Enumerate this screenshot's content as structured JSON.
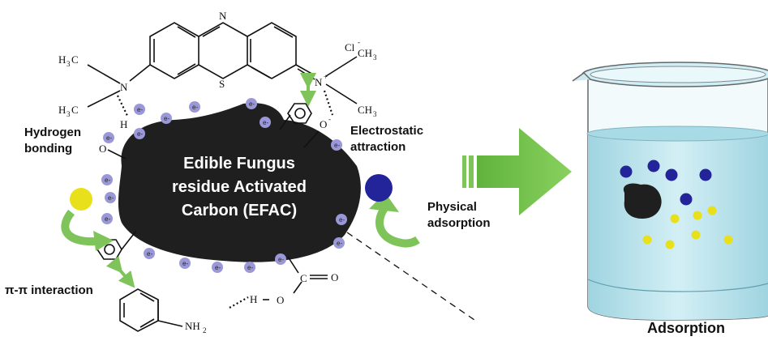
{
  "core_label": [
    "Edible Fungus",
    "residue Activated",
    "Carbon (EFAC)"
  ],
  "labels": {
    "hydrogen_bonding": [
      "Hydrogen",
      "bonding"
    ],
    "electrostatic": [
      "Electrostatic",
      "attraction"
    ],
    "physical": [
      "Physical",
      "adsorption"
    ],
    "pi_pi": "π-π interaction",
    "adsorption": "Adsorption"
  },
  "molecule": {
    "ring_n": "N",
    "ring_s": "S",
    "cl": "Cl",
    "cl_charge": "-",
    "n_left": "N",
    "n_right": "N",
    "n_right_charge": "+",
    "h3c_top": "H",
    "h3c_top_sub": "3",
    "h3c_top_c": "C",
    "h3c_bot": "H",
    "h3c_bot_sub": "3",
    "h3c_bot_c": "C",
    "ch3_top": "CH",
    "ch3_top_sub": "3",
    "ch3_bot": "CH",
    "ch3_bot_sub": "3"
  },
  "groups": {
    "oh_h": "H",
    "oh_o": "O",
    "o_minus": "O",
    "o_minus_charge": "-",
    "cooh_c": "C",
    "cooh_o1": "O",
    "cooh_o2": "O",
    "cooh_h": "H",
    "nh2": "NH",
    "nh2_sub": "2"
  },
  "electron": {
    "symbol": "e",
    "charge": "-"
  },
  "colors": {
    "carbon": "#1f1f1f",
    "electron": "#9a98d8",
    "blue_ball": "#23239a",
    "yellow_ball": "#e8e01a",
    "arrow_green": "#7ec45a",
    "water": "#bfe6ee",
    "beaker_edge": "#555555"
  }
}
